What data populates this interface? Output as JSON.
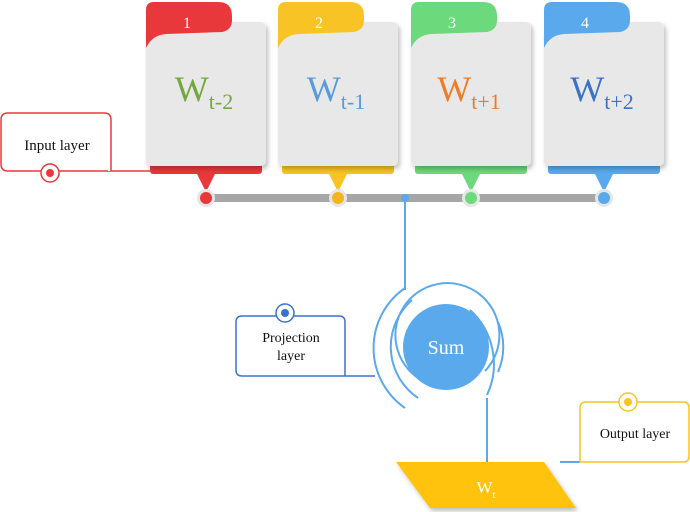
{
  "input_layer": {
    "label": "Input layer"
  },
  "projection_layer": {
    "line1": "Projection",
    "line2": "layer"
  },
  "output_layer": {
    "label": "Output layer"
  },
  "sum": {
    "label": "Sum"
  },
  "output": {
    "main": "W",
    "sub": "t"
  },
  "cards": [
    {
      "number": "1",
      "main": "W",
      "sub": "t-2",
      "color": "#e8383b",
      "text_color": "#72a83e",
      "dot_color": "#e8383b"
    },
    {
      "number": "2",
      "main": "W",
      "sub": "t-1",
      "color": "#f7c325",
      "text_color": "#5a9ad8",
      "dot_color": "#f3b51d"
    },
    {
      "number": "3",
      "main": "W",
      "sub": "t+1",
      "color": "#6bd97c",
      "text_color": "#ee7b26",
      "dot_color": "#6bd97c"
    },
    {
      "number": "4",
      "main": "W",
      "sub": "t+2",
      "color": "#5aa9ec",
      "text_color": "#3a72c8",
      "dot_color": "#5aa9ec"
    }
  ],
  "colors": {
    "bar": "#a6a6a6",
    "card_body": "#e8e8e8",
    "connector": "#5aa9ec",
    "input_box": "#e8383b",
    "projection_box": "#3a72c8",
    "output_box": "#f7c325",
    "output_shape": "#ffc20e",
    "sum_fill": "#5aa9ec"
  }
}
